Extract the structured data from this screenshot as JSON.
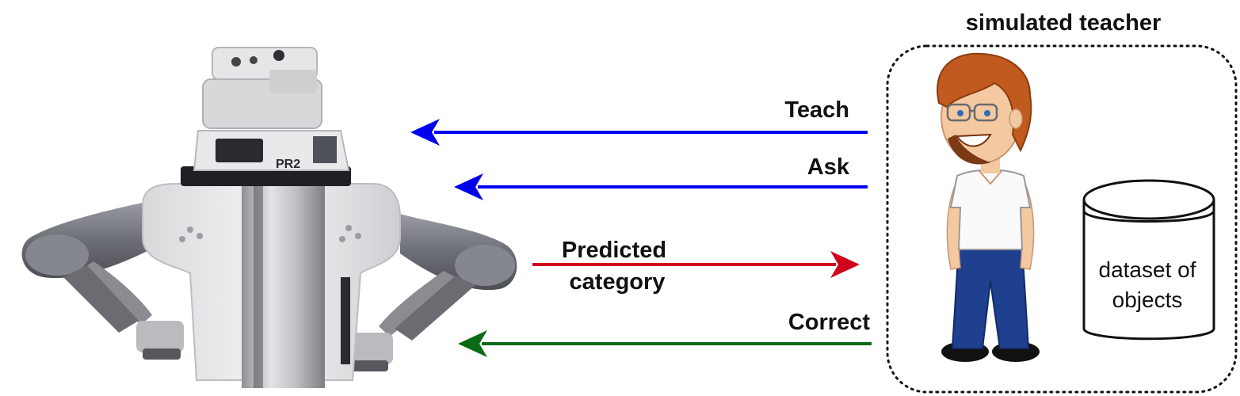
{
  "teacher_box": {
    "title": "simulated teacher"
  },
  "robot": {
    "model_label": "PR2",
    "illustration": "pr2-robot"
  },
  "teacher_figure": {
    "illustration": "cartoon-teacher"
  },
  "dataset": {
    "line1": "dataset of",
    "line2": "objects"
  },
  "arrows": {
    "teach": {
      "label": "Teach",
      "direction": "to-robot",
      "color": "#0000ee"
    },
    "ask": {
      "label": "Ask",
      "direction": "to-robot",
      "color": "#0000ee"
    },
    "predict": {
      "line1": "Predicted",
      "line2": "category",
      "direction": "to-teacher",
      "color": "#d0021b"
    },
    "correct": {
      "label": "Correct",
      "direction": "to-robot",
      "color": "#0a6b14"
    }
  }
}
